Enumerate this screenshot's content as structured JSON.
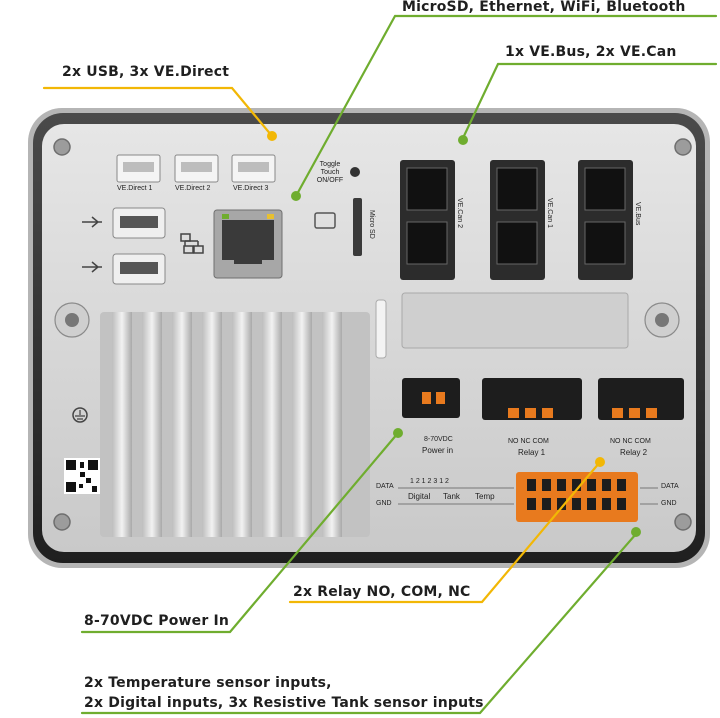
{
  "callouts": {
    "top_right": "MicroSD, Ethernet, WiFi, Bluetooth",
    "usb_vedirect": "2x USB, 3x VE.Direct",
    "vebus_vecan": "1x VE.Bus, 2x VE.Can",
    "relay": "2x Relay NO, COM, NC",
    "power": "8-70VDC Power In",
    "inputs_line1": "2x Temperature sensor inputs,",
    "inputs_line2": "2x Digital inputs, 3x Resistive Tank sensor inputs"
  },
  "device_labels": {
    "vedirect_1": "VE.Direct 1",
    "vedirect_2": "VE.Direct 2",
    "vedirect_3": "VE.Direct 3",
    "toggle_touch": "Toggle Touch ON/OFF",
    "micro_sd": "Micro SD",
    "vecan_2": "VE.Can 2",
    "vecan_1": "VE.Can 1",
    "vebus": "VE.Bus",
    "power_in_voltage": "8-70VDC",
    "power_in": "Power in",
    "relay_1_pins": "NO  NC  COM",
    "relay_1": "Relay 1",
    "relay_2_pins": "NO  NC  COM",
    "relay_2": "Relay 2",
    "data_left": "DATA",
    "gnd_left": "GND",
    "data_right": "DATA",
    "gnd_right": "GND",
    "digital": "Digital",
    "tank": "Tank",
    "temp": "Temp",
    "pin_numbers": "1   2   1   2   3   1   2"
  },
  "colors": {
    "yellow_line": "#f2b705",
    "green_line": "#6fad2f",
    "panel": "#d9d9d9",
    "bezel": "#2b2b2b"
  }
}
